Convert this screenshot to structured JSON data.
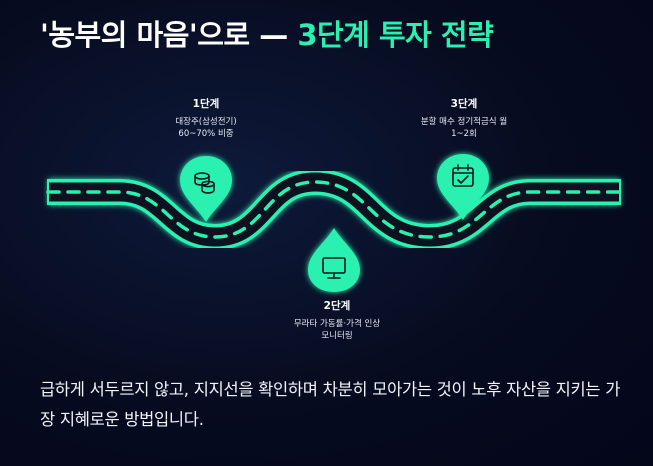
{
  "title": {
    "main": "'농부의 마음'으로 —",
    "accent": "3단계 투자 전략"
  },
  "steps": [
    {
      "label": "1단계",
      "desc_lines": [
        "대장주(삼성전기)",
        "60~70% 비중"
      ],
      "icon": "coins-icon"
    },
    {
      "label": "2단계",
      "desc_lines": [
        "무라타 가동률·가격 인상",
        "모니터링"
      ],
      "icon": "monitor-icon"
    },
    {
      "label": "3단계",
      "desc_lines": [
        "분할 매수 정기적금식 월",
        "1~2회"
      ],
      "icon": "calendar-check-icon"
    }
  ],
  "conclusion": "급하게 서두르지 않고, 지지선을 확인하며 차분히 모아가는 것이 노후 자산을 지키는 가장 지혜로운 방법입니다.",
  "colors": {
    "accent": "#2af0b0",
    "road": "#0e1220",
    "background": "#070b1f"
  }
}
